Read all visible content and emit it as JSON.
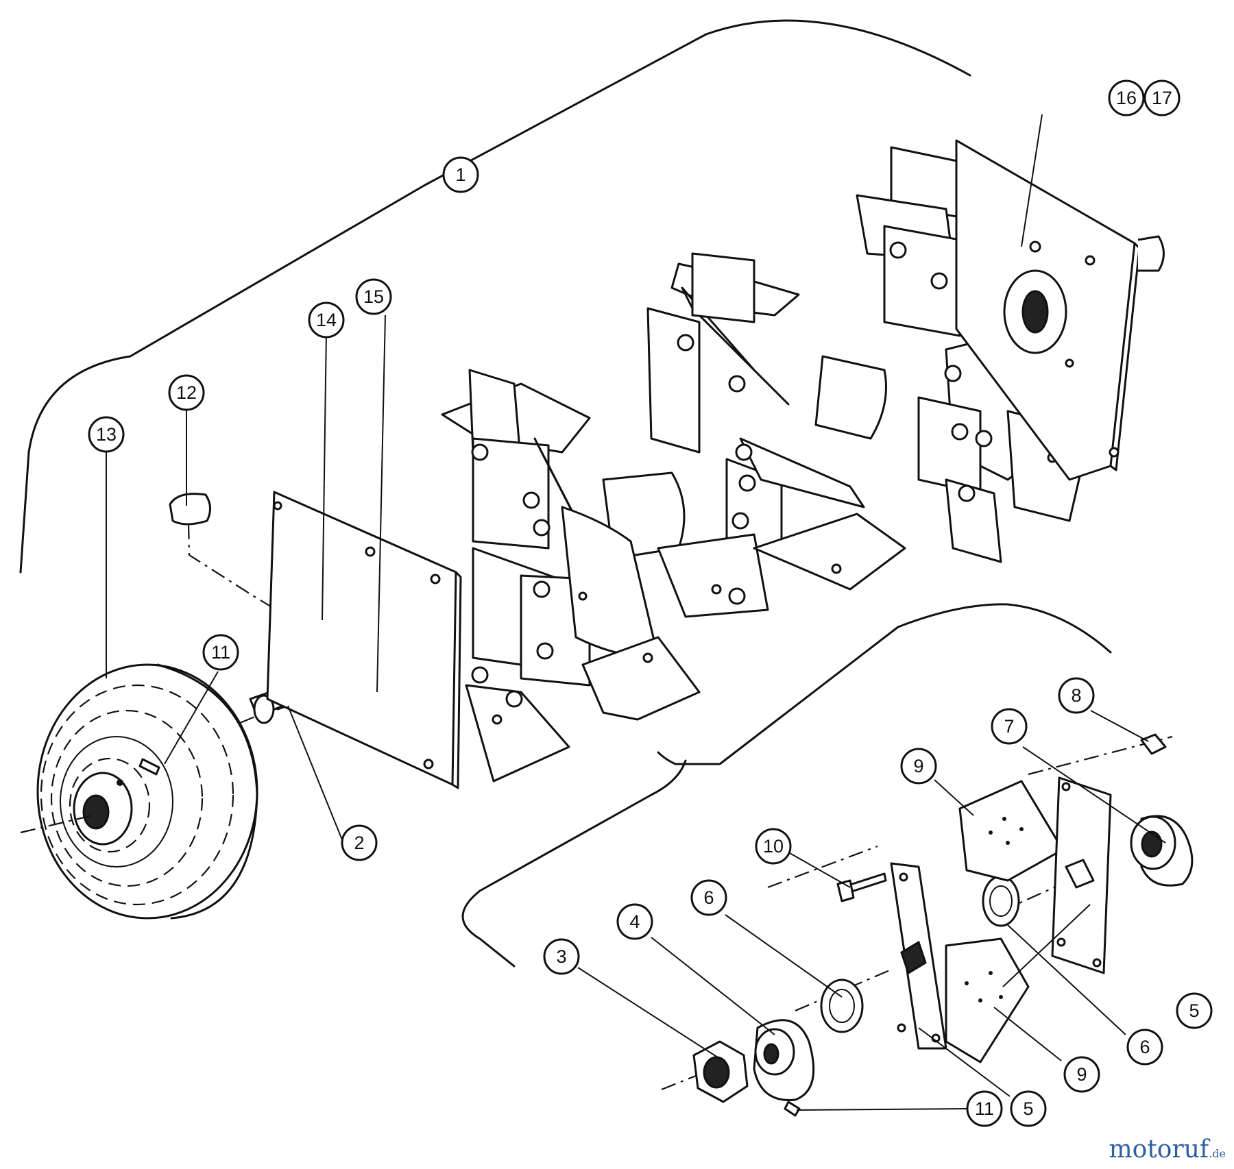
{
  "callouts": [
    {
      "id": "c1",
      "label": "1"
    },
    {
      "id": "c2",
      "label": "2"
    },
    {
      "id": "c3",
      "label": "3"
    },
    {
      "id": "c4",
      "label": "4"
    },
    {
      "id": "c5a",
      "label": "5"
    },
    {
      "id": "c5b",
      "label": "5"
    },
    {
      "id": "c6a",
      "label": "6"
    },
    {
      "id": "c6b",
      "label": "6"
    },
    {
      "id": "c7",
      "label": "7"
    },
    {
      "id": "c8",
      "label": "8"
    },
    {
      "id": "c9a",
      "label": "9"
    },
    {
      "id": "c9b",
      "label": "9"
    },
    {
      "id": "c10",
      "label": "10"
    },
    {
      "id": "c11a",
      "label": "11"
    },
    {
      "id": "c11b",
      "label": "11"
    },
    {
      "id": "c12",
      "label": "12"
    },
    {
      "id": "c13",
      "label": "13"
    },
    {
      "id": "c14",
      "label": "14"
    },
    {
      "id": "c15",
      "label": "15"
    },
    {
      "id": "c16",
      "label": "16"
    },
    {
      "id": "c17",
      "label": "17"
    }
  ],
  "watermark": {
    "brand": "motoruf",
    "suffix": ".de",
    "color": "#2f5fa0"
  }
}
